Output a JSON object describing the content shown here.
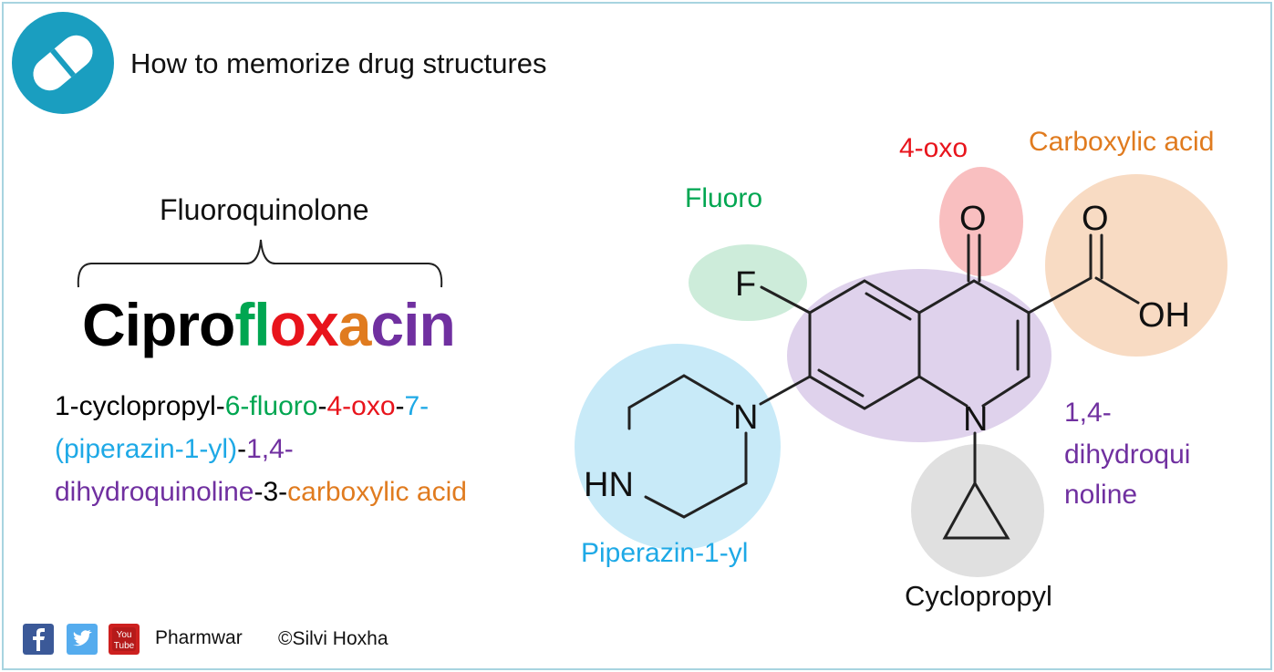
{
  "header": {
    "title": "How to memorize drug structures",
    "logo_icon": "pill-icon"
  },
  "drug": {
    "class_label": "Fluoroquinolone",
    "name_parts": [
      {
        "text": "Cipro",
        "color": "#000000"
      },
      {
        "text": "fl",
        "color": "#00a651"
      },
      {
        "text": "ox",
        "color": "#e8141c"
      },
      {
        "text": "a",
        "color": "#e07b1f"
      },
      {
        "text": "cin",
        "color": "#7030a0"
      }
    ],
    "iupac_lines": [
      [
        {
          "text": "1-cyclopropyl-",
          "color": "#000000"
        },
        {
          "text": "6-fluoro",
          "color": "#00a651"
        },
        {
          "text": "-",
          "color": "#000000"
        },
        {
          "text": "4-oxo",
          "color": "#e8141c"
        },
        {
          "text": "-",
          "color": "#000000"
        },
        {
          "text": "7-",
          "color": "#1ea9e6"
        }
      ],
      [
        {
          "text": "(piperazin-1-yl)",
          "color": "#1ea9e6"
        },
        {
          "text": "-",
          "color": "#000000"
        },
        {
          "text": "1,4-",
          "color": "#7030a0"
        }
      ],
      [
        {
          "text": "dihydroquinoline",
          "color": "#7030a0"
        },
        {
          "text": "-3-",
          "color": "#000000"
        },
        {
          "text": "carboxylic acid",
          "color": "#e07b1f"
        }
      ]
    ]
  },
  "structure": {
    "labels": {
      "oxo": "4-oxo",
      "carboxylic_acid": "Carboxylic acid",
      "fluoro": "Fluoro",
      "dihydroquinoline": [
        "1,4-",
        "dihydroqui",
        "noline"
      ],
      "piperazinyl": "Piperazin-1-yl",
      "cyclopropyl": "Cyclopropyl"
    },
    "atoms": {
      "oxygen_ketone": "O",
      "oxygen_acid": "O",
      "hydroxyl": "OH",
      "fluorine": "F",
      "nitrogen_ring": "N",
      "nitrogen_piperazine": "N",
      "amine_piperazine": "HN"
    },
    "colors": {
      "oxo": "#e8141c",
      "carboxylic_acid": "#e07b1f",
      "fluoro": "#00a651",
      "dihydroquinoline": "#7030a0",
      "piperazinyl": "#1ea9e6",
      "cyclopropyl": "#111111"
    }
  },
  "footer": {
    "social_icons": [
      "facebook-icon",
      "twitter-icon",
      "youtube-icon"
    ],
    "youtube_text": [
      "You",
      "Tube"
    ],
    "brand": "Pharmwar",
    "copyright": "©Silvi Hoxha"
  }
}
